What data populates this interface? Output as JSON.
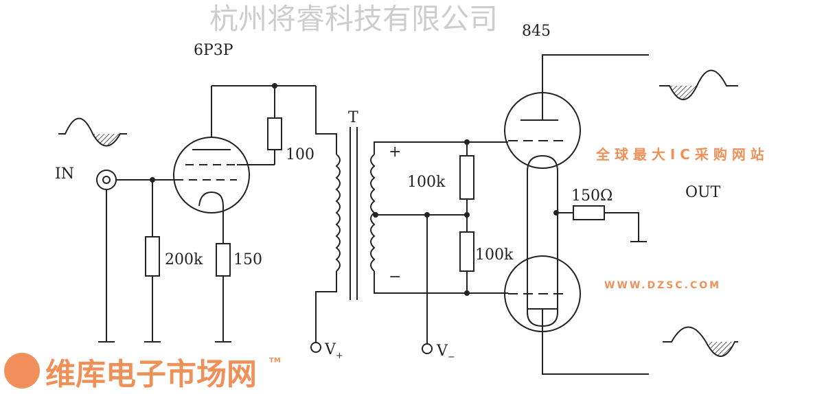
{
  "labels": {
    "driver_tube": "6P3P",
    "output_tube": "845",
    "input": "IN",
    "output": "OUT",
    "transformer": "T",
    "r_plate": "100",
    "r_grid": "200k",
    "r_cathode": "150",
    "r_bias_top": "100k",
    "r_bias_bottom": "100k",
    "r_out": "150Ω",
    "plus": "+",
    "minus": "−",
    "v_plus": "V",
    "v_plus_sub": "+",
    "v_minus": "V",
    "v_minus_sub": "−"
  },
  "watermark": {
    "company": "杭州将睿科技有限公司",
    "brand": "维库电子市场网",
    "trademark": "TM",
    "url": "WWW.DZSC.COM",
    "slogan": "全 球 最 大 I C 采 购 网 站"
  }
}
